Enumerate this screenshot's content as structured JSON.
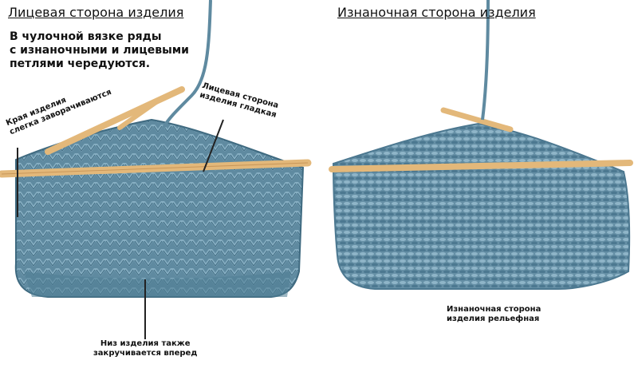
{
  "left_panel": {
    "title": "Лицевая сторона изделия",
    "intro": [
      "В чулочной вязке ряды",
      "с изнаночными и лицевыми",
      "петлями чередуются."
    ],
    "callouts": {
      "edges": [
        "Края изделия",
        "слегка заворачиваются"
      ],
      "face_smooth": [
        "Лицевая сторона",
        "изделия гладкая"
      ],
      "bottom_curls": [
        "Низ изделия также",
        "закручивается вперед"
      ]
    }
  },
  "right_panel": {
    "title": "Изнаночная сторона изделия",
    "callouts": {
      "purl_textured": [
        "Изнаночная сторона",
        "изделия рельефная"
      ]
    }
  },
  "colors": {
    "yarn": "#5f8aa0",
    "yarn_dark": "#3f6a80",
    "yarn_light": "#86aec2",
    "needle": "#e3b87a",
    "needle_dark": "#c9975a",
    "line": "#222222"
  }
}
